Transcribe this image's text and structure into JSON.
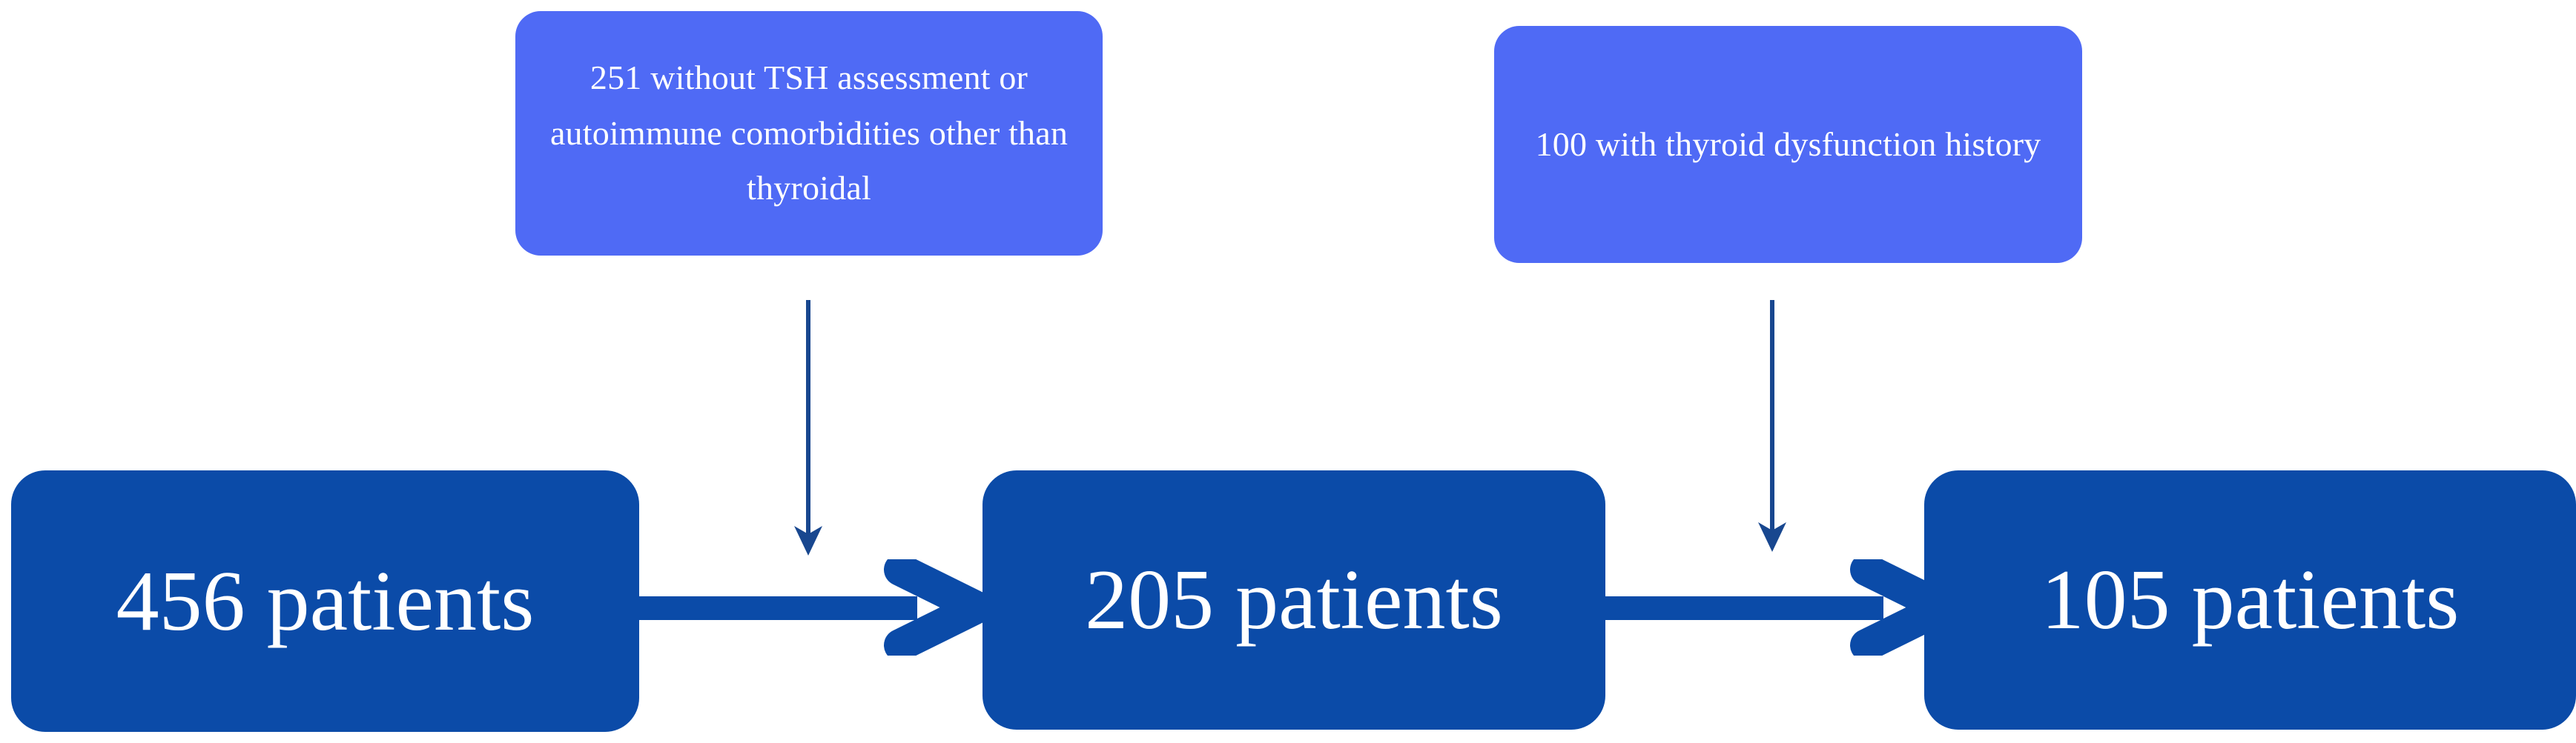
{
  "diagram": {
    "type": "patient-flow-diagram",
    "orientation": "horizontal",
    "background_color": "#ffffff",
    "colors": {
      "stage_box": "#0b4ba8",
      "callout_box": "#4f6af5",
      "stage_text": "#ffffff",
      "callout_text": "#ffffff",
      "flow_arrow": "#0b4ba8",
      "drop_arrow": "#18478f"
    }
  },
  "stages": [
    {
      "id": "stage-1",
      "label": "456 patients",
      "count": 456,
      "unit": "patients"
    },
    {
      "id": "stage-2",
      "label": "205 patients",
      "count": 205,
      "unit": "patients"
    },
    {
      "id": "stage-3",
      "label": "105 patients",
      "count": 105,
      "unit": "patients"
    }
  ],
  "exclusions": [
    {
      "id": "callout-1",
      "label": "251 without TSH assessment or autoimmune comorbidities other than thyroidal",
      "count": 251,
      "between": [
        "stage-1",
        "stage-2"
      ]
    },
    {
      "id": "callout-2",
      "label": "100 with thyroid dysfunction history",
      "count": 100,
      "between": [
        "stage-2",
        "stage-3"
      ]
    }
  ],
  "arrows": [
    {
      "id": "flow-arrow-1",
      "kind": "right-arrow-icon",
      "from": "stage-1",
      "to": "stage-2"
    },
    {
      "id": "flow-arrow-2",
      "kind": "right-arrow-icon",
      "from": "stage-2",
      "to": "stage-3"
    },
    {
      "id": "drop-arrow-1",
      "kind": "down-arrow-icon",
      "from": "callout-1",
      "to": "flow-arrow-1"
    },
    {
      "id": "drop-arrow-2",
      "kind": "down-arrow-icon",
      "from": "callout-2",
      "to": "flow-arrow-2"
    }
  ]
}
